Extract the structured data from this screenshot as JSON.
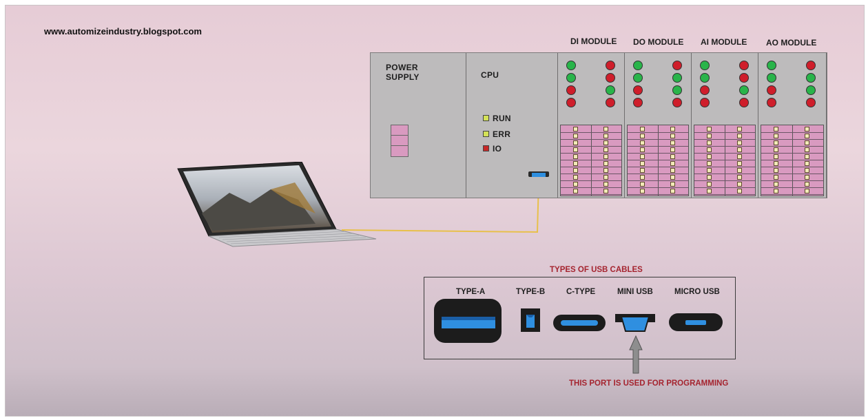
{
  "website": "www.automizeindustry.blogspot.com",
  "plc": {
    "power_supply_label_line1": "POWER",
    "power_supply_label_line2": "SUPPLY",
    "cpu_label": "CPU",
    "status": [
      {
        "label": "RUN",
        "color": "#d4e157"
      },
      {
        "label": "ERR",
        "color": "#d4e157"
      },
      {
        "label": "IO",
        "color": "#c62828"
      }
    ],
    "modules": [
      {
        "label": "DI MODULE",
        "leds": [
          [
            "g",
            "r"
          ],
          [
            "g",
            "r"
          ],
          [
            "r",
            "g"
          ],
          [
            "r",
            "r"
          ]
        ]
      },
      {
        "label": "DO MODULE",
        "leds": [
          [
            "g",
            "r"
          ],
          [
            "g",
            "g"
          ],
          [
            "r",
            "g"
          ],
          [
            "r",
            "r"
          ]
        ]
      },
      {
        "label": "AI MODULE",
        "leds": [
          [
            "g",
            "r"
          ],
          [
            "g",
            "r"
          ],
          [
            "r",
            "g"
          ],
          [
            "r",
            "r"
          ]
        ]
      },
      {
        "label": "AO MODULE",
        "leds": [
          [
            "g",
            "r"
          ],
          [
            "g",
            "g"
          ],
          [
            "r",
            "g"
          ],
          [
            "r",
            "r"
          ]
        ]
      }
    ]
  },
  "usb_types": {
    "title": "TYPES OF USB CABLES",
    "ports": [
      {
        "label": "TYPE-A",
        "icon": "usb-type-a-port-icon"
      },
      {
        "label": "TYPE-B",
        "icon": "usb-type-b-port-icon"
      },
      {
        "label": "C-TYPE",
        "icon": "usb-c-port-icon"
      },
      {
        "label": "MINI USB",
        "icon": "mini-usb-port-icon"
      },
      {
        "label": "MICRO USB",
        "icon": "micro-usb-port-icon"
      }
    ],
    "note": "THIS PORT IS USED FOR PROGRAMMING"
  },
  "colors": {
    "usb_blue": "#2f8fe0",
    "cable": "#e8c04a",
    "title_red": "#a5242f"
  }
}
